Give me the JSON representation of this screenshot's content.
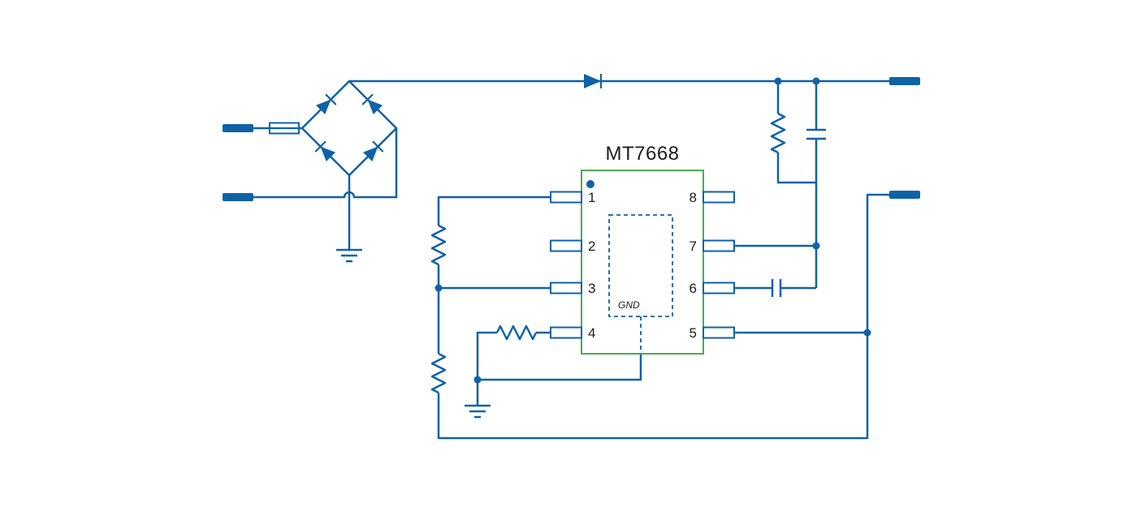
{
  "diagram": {
    "title": "MT7668",
    "ic_internal_label": "GND",
    "pins": {
      "left": [
        "1",
        "2",
        "3",
        "4"
      ],
      "right": [
        "8",
        "7",
        "6",
        "5"
      ]
    },
    "colors": {
      "wire": "#0e62a8",
      "ic_outline": "#4aad52",
      "text": "#1d1d1b",
      "background": "#ffffff"
    },
    "symbols": [
      "input-terminal",
      "fuse",
      "bridge-rectifier",
      "diode",
      "resistor",
      "capacitor",
      "ground",
      "ic-package",
      "pin-pad",
      "output-terminal",
      "pin1-marker",
      "junction-dot"
    ]
  }
}
